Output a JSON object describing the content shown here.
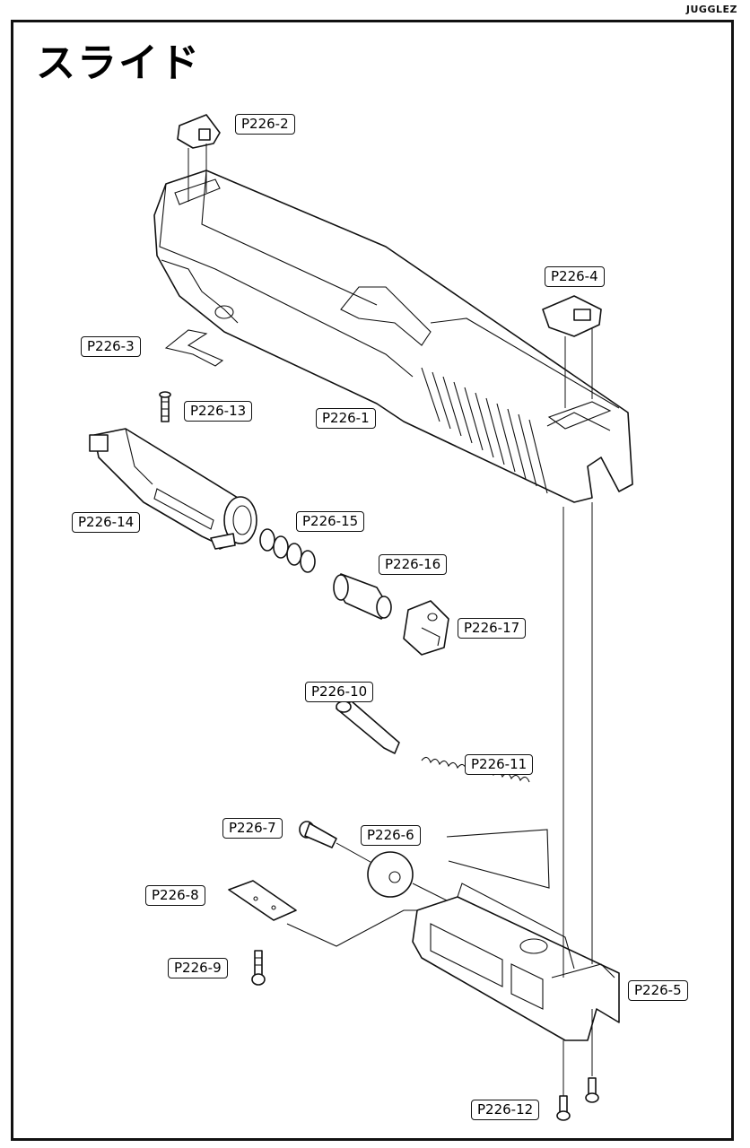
{
  "brand": "JUGGLEZ",
  "title": "スライド",
  "parts": {
    "p2": "P226-2",
    "p4": "P226-4",
    "p3": "P226-3",
    "p13": "P226-13",
    "p1": "P226-1",
    "p14": "P226-14",
    "p15": "P226-15",
    "p16": "P226-16",
    "p17": "P226-17",
    "p10": "P226-10",
    "p11": "P226-11",
    "p7": "P226-7",
    "p6": "P226-6",
    "p8": "P226-8",
    "p9": "P226-9",
    "p5": "P226-5",
    "p12": "P226-12"
  }
}
